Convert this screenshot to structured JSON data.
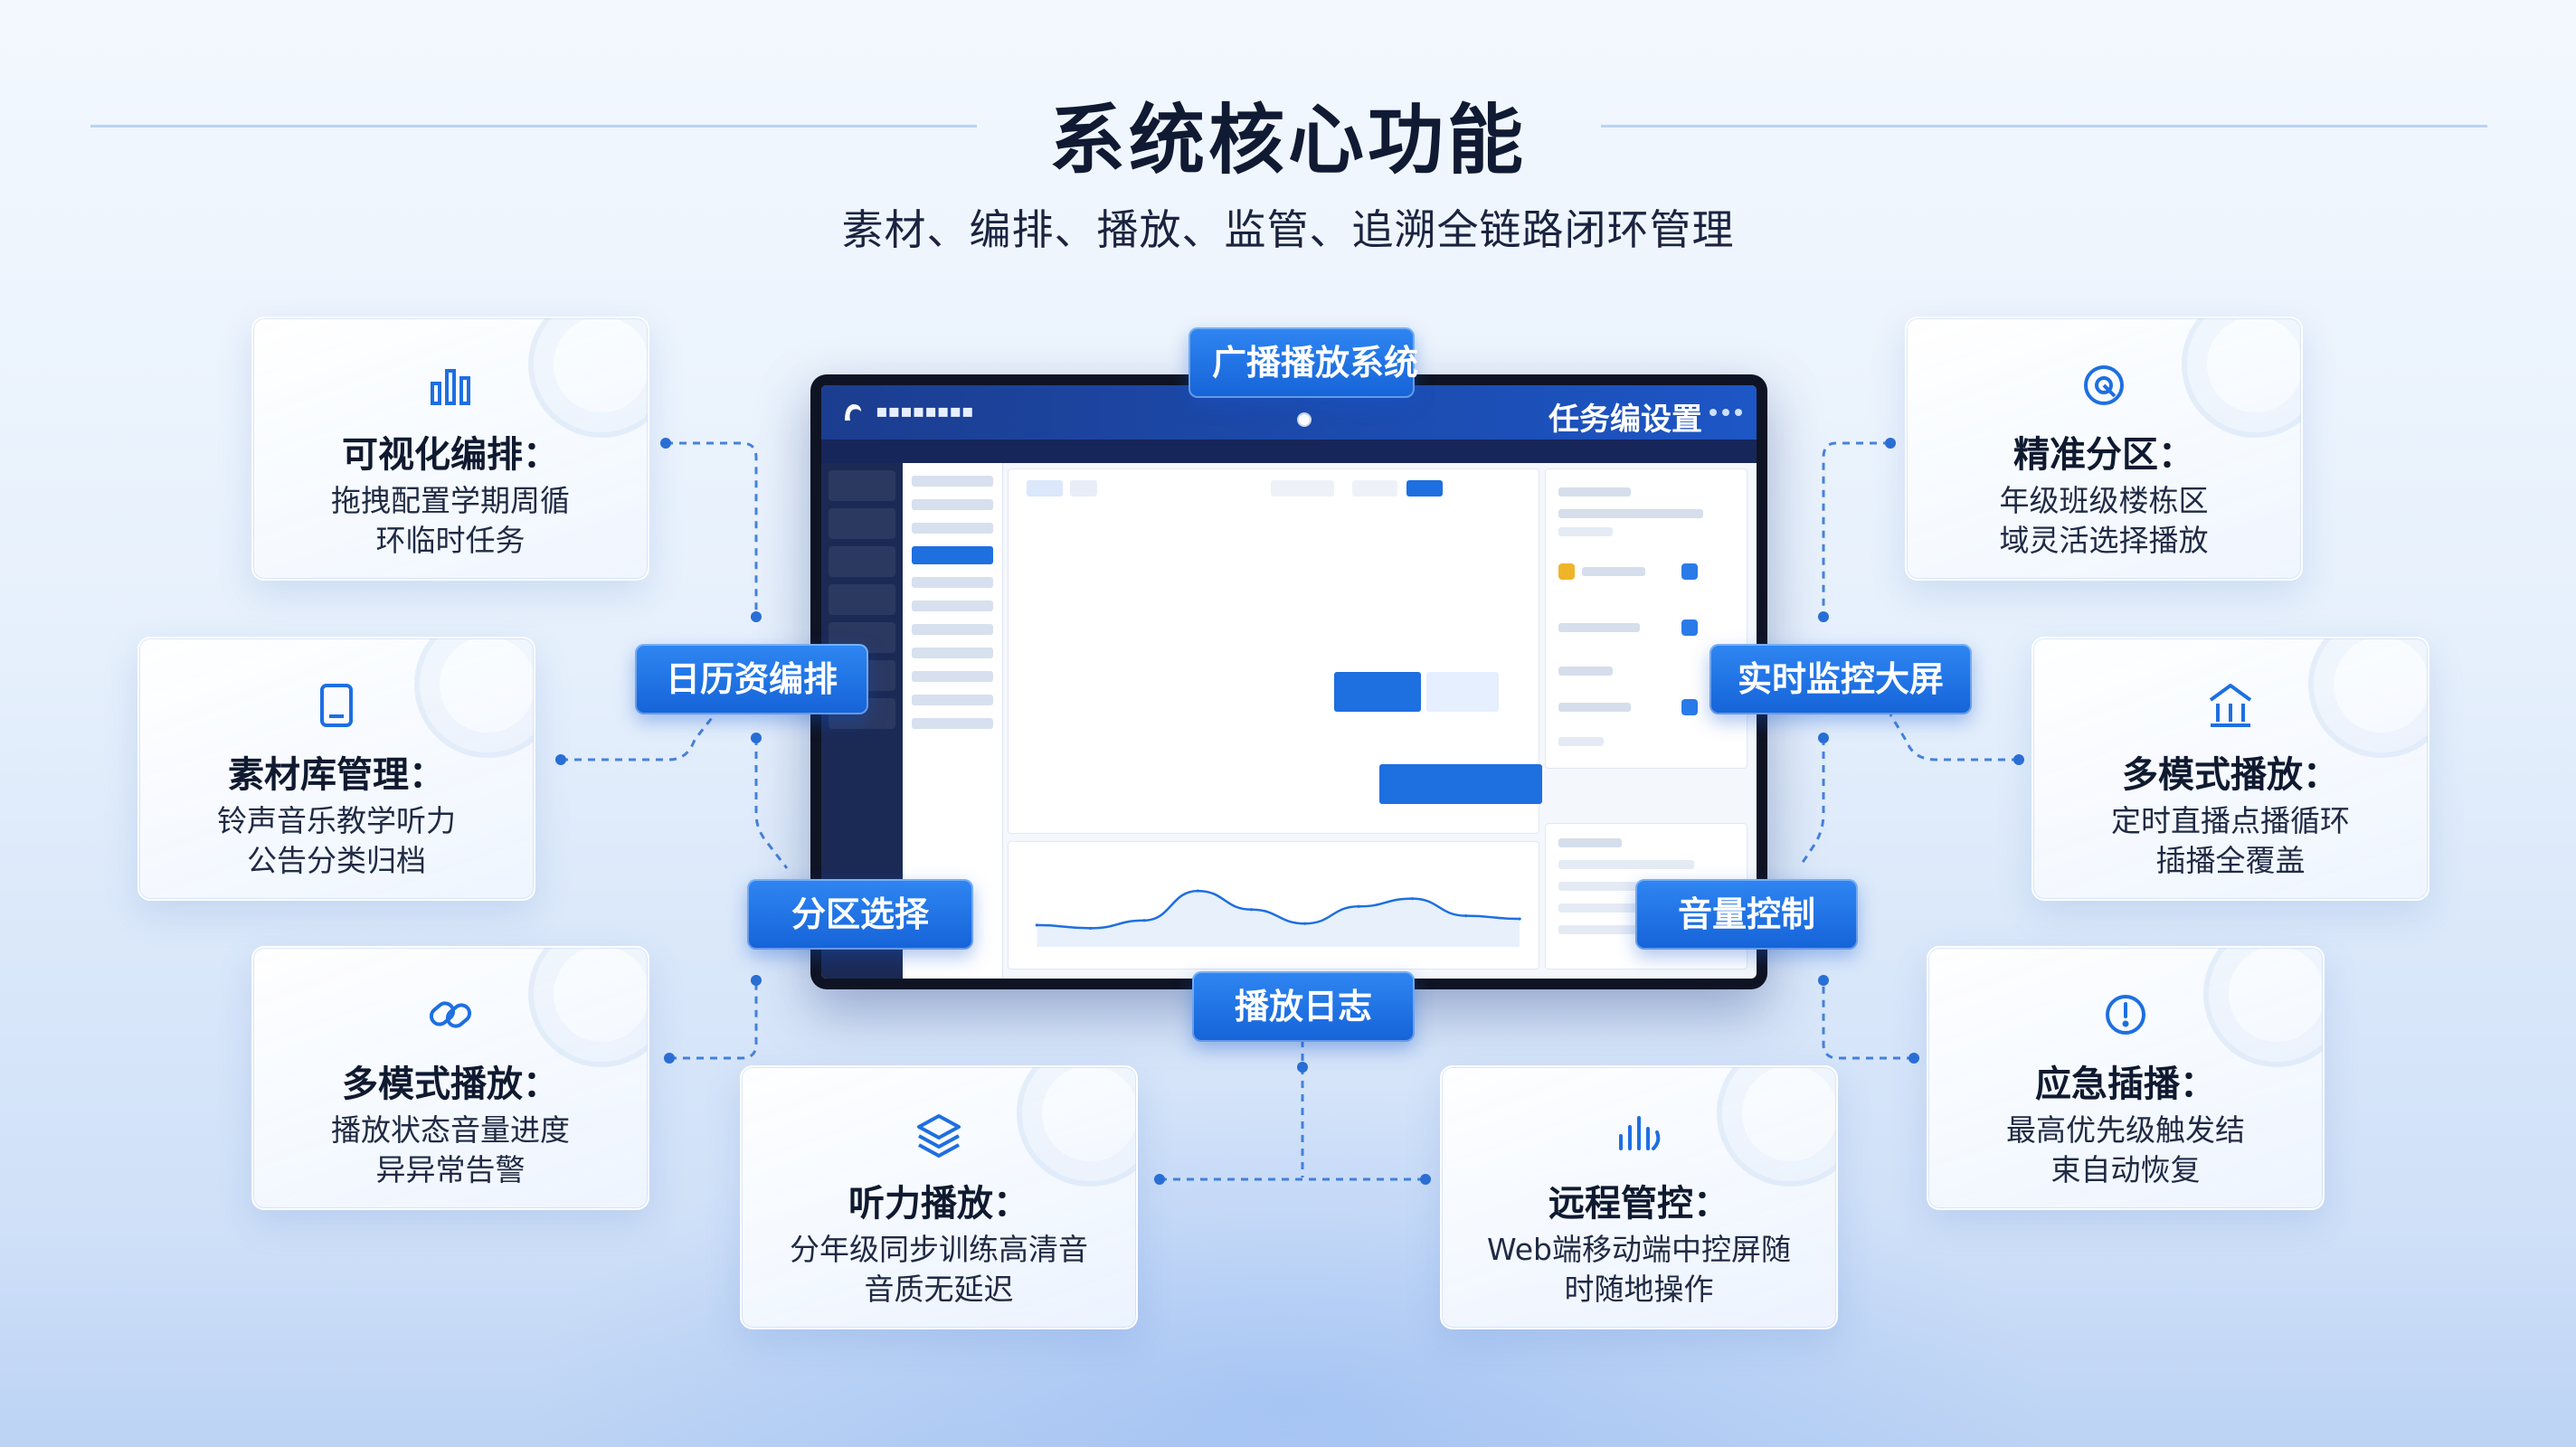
{
  "header": {
    "title": "系统核心功能",
    "subtitle": "素材、编排、播放、监管、追溯全链路闭环管理"
  },
  "colors": {
    "accent": "#1e6fe0",
    "pill_top": "#2f86f2",
    "pill_bottom": "#1563d8",
    "connector": "#2a6fd6",
    "background": "#e6f0fc"
  },
  "pills": {
    "top": "广播播放系统",
    "calendar": "日历资编排",
    "monitor": "实时监控大屏",
    "zone": "分区选择",
    "volume": "音量控制",
    "log": "播放日志"
  },
  "screen": {
    "task_title": "任务编设置"
  },
  "cards": [
    {
      "icon": "bar-chart-icon",
      "title": "可视化编排：",
      "desc1": "拖拽配置学期周循",
      "desc2": "环临时任务"
    },
    {
      "icon": "tablet-icon",
      "title": "素材库管理：",
      "desc1": "铃声音乐教学听力",
      "desc2": "公告分类归档"
    },
    {
      "icon": "link-icon",
      "title": "多模式播放：",
      "desc1": "播放状态音量进度",
      "desc2": "异异常告警"
    },
    {
      "icon": "layers-icon",
      "title": "听力播放：",
      "desc1": "分年级同步训练高清音",
      "desc2": "音质无延迟"
    },
    {
      "icon": "signal-icon",
      "title": "远程管控：",
      "desc1": "Web端移动端中控屏随",
      "desc2": "时随地操作"
    },
    {
      "icon": "target-icon",
      "title": "精准分区：",
      "desc1": "年级班级楼栋区",
      "desc2": "域灵活选择播放"
    },
    {
      "icon": "building-icon",
      "title": "多模式播放：",
      "desc1": "定时直播点播循环",
      "desc2": "插播全覆盖"
    },
    {
      "icon": "alert-icon",
      "title": "应急插播：",
      "desc1": "最高优先级触发结",
      "desc2": "束自动恢复"
    }
  ],
  "chart_data": {
    "type": "line",
    "series": [
      {
        "values": [
          28,
          24,
          34,
          72,
          48,
          30,
          52,
          62,
          40,
          36
        ]
      }
    ],
    "ylim": [
      0,
      100
    ],
    "grid": false
  }
}
